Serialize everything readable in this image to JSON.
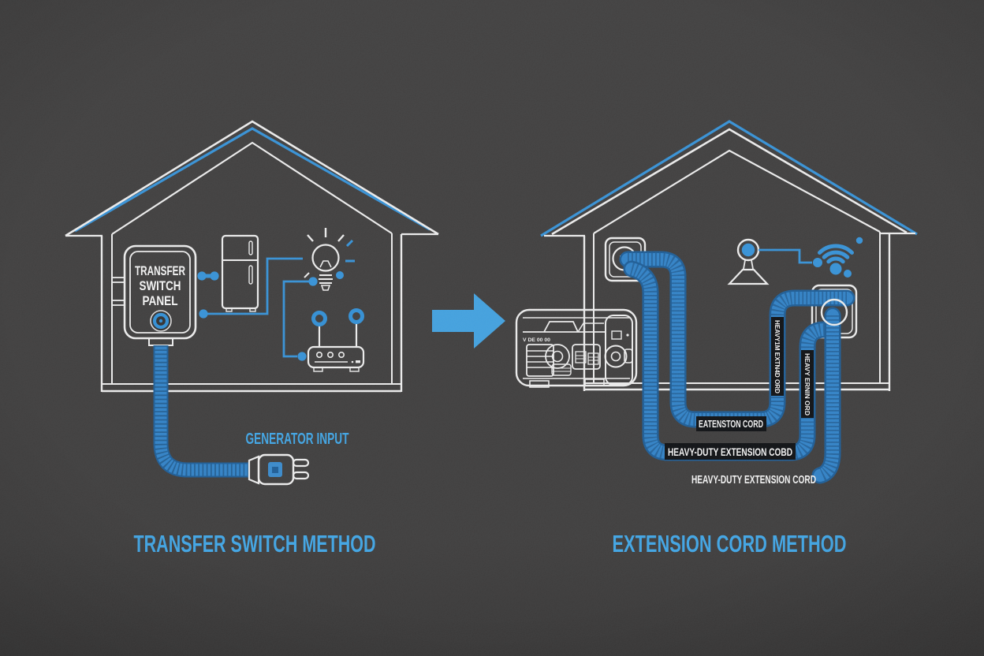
{
  "titles": {
    "left": "TRANSFER SWITCH METHOD",
    "right": "EXTENSION CORD METHOD"
  },
  "left_house": {
    "panel_lines": [
      "TRANSFER",
      "SWITCH",
      "PANEL"
    ],
    "generator_input_label": "GENERATOR INPUT"
  },
  "right_house": {
    "generator_marking": "V DE 00 00",
    "labels": {
      "cord_bottom": "EATENSTON CORD",
      "cord_mid": "HEAVY-DUTY EXTENSION COBD",
      "cord_end": "HEAVY-DUTY EXTENSION CORD",
      "cord_vertical_left": "HEAVY1M EXTN4D ORD",
      "cord_vertical_right": "HEAVY ERNIN ORD"
    }
  },
  "colors": {
    "background": "#3b3a3a",
    "line_white": "#e9e9e9",
    "accent_blue": "#338fd4",
    "cord_blue": "#2e7fc4",
    "cord_edge": "#1a5a94",
    "title_blue": "#3da2e2",
    "label_strip": "#0b0d10"
  }
}
